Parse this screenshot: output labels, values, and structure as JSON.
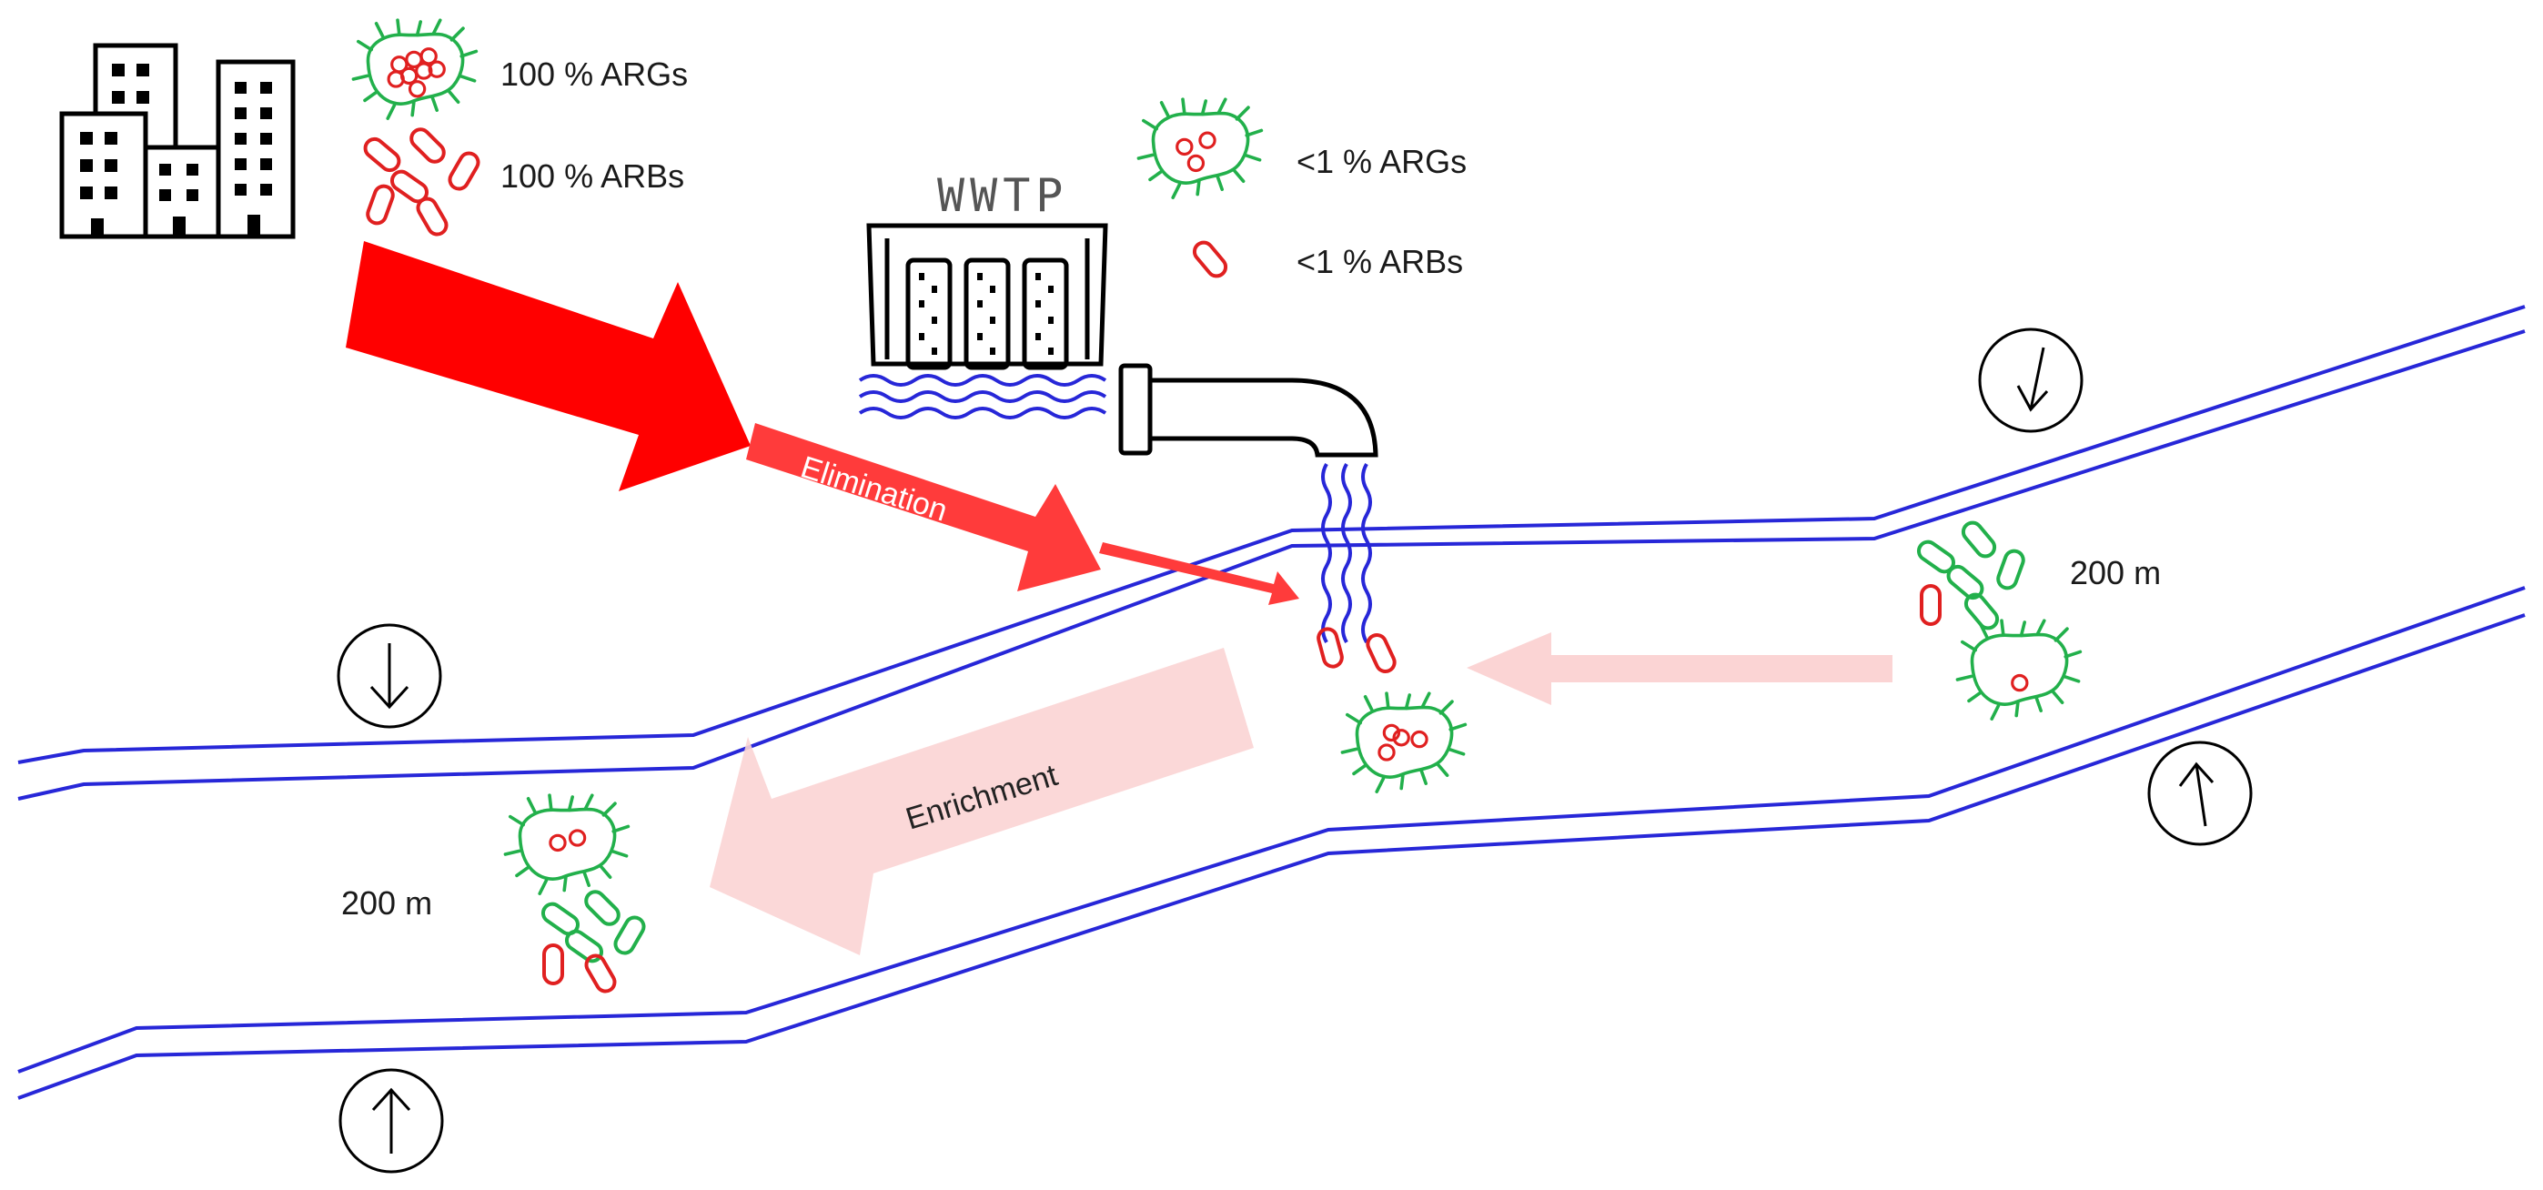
{
  "legend_inflow": {
    "args": "100 % ARGs",
    "arbs": "100 % ARBs"
  },
  "legend_effluent": {
    "args": "<1 % ARGs",
    "arbs": "<1 % ARBs"
  },
  "plant_label": "WWTP",
  "process_labels": {
    "elimination": "Elimination",
    "enrichment": "Enrichment"
  },
  "distance_labels": {
    "upstream": "200 m",
    "downstream": "200 m"
  },
  "colors": {
    "river": "#2727d8",
    "strong_red": "#ff0000",
    "medium_red": "#ff3b3b",
    "pale_red": "#fde0e0",
    "bacteria_green": "#22b04b",
    "gene_red": "#e02020"
  },
  "icons": {
    "city": "city-buildings-icon",
    "plant": "treatment-plant-icon",
    "pipe": "outlet-pipe-icon",
    "flow_down": "arrow-down-circle-icon",
    "flow_up": "arrow-up-circle-icon",
    "bacterium": "bacterium-icon",
    "rod": "rod-bacterium-icon"
  }
}
